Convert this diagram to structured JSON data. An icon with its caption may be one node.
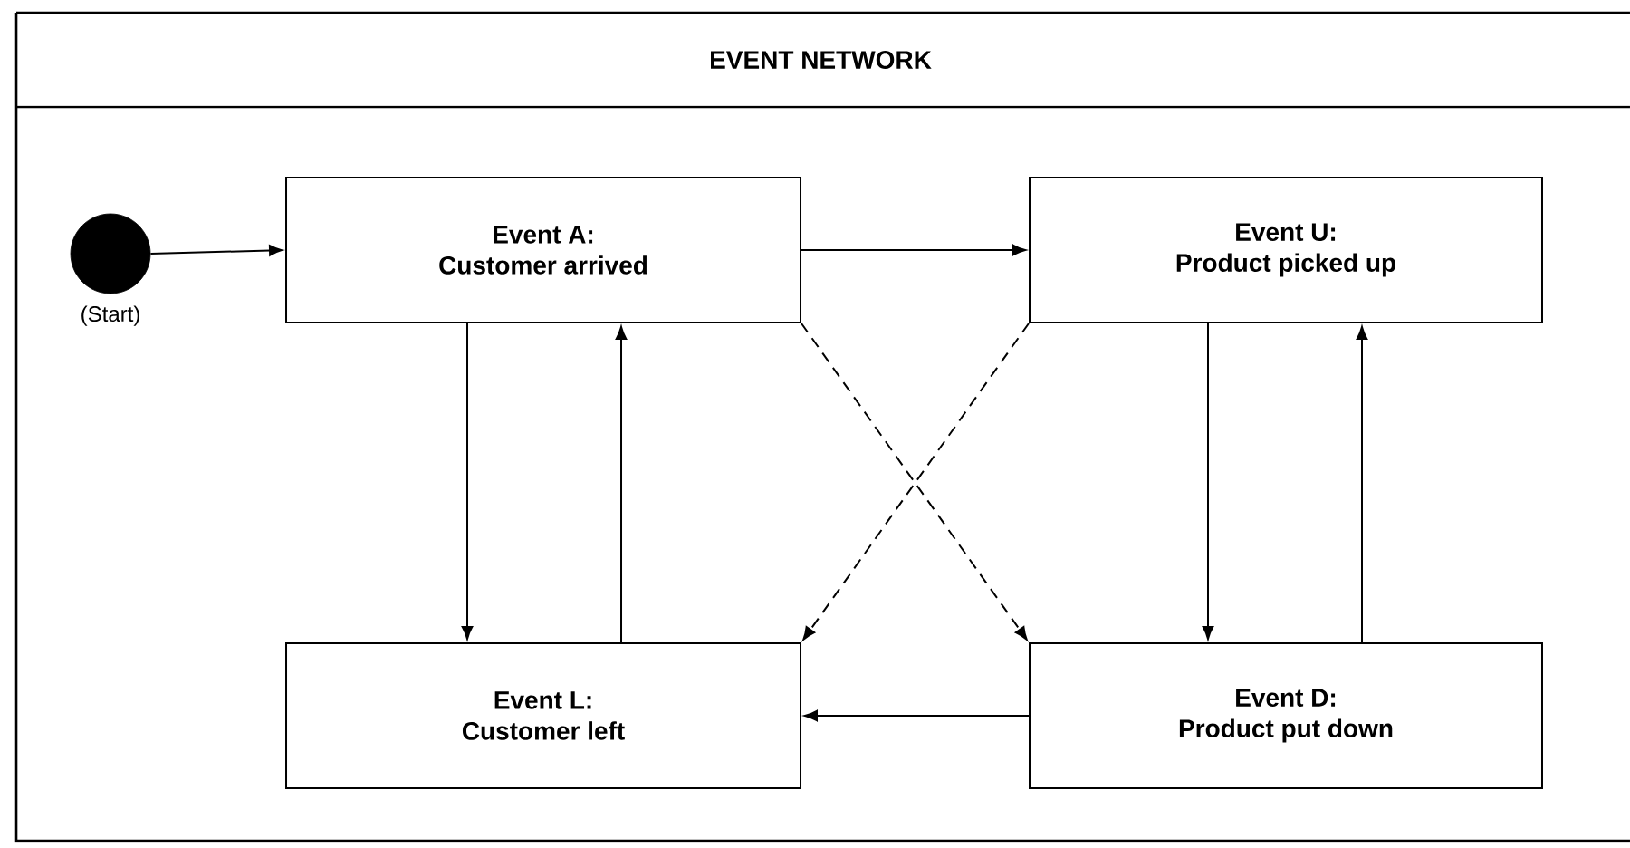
{
  "diagram": {
    "title": "EVENT NETWORK",
    "nodes": [
      {
        "text": [],
        "shape": "circle",
        "beside": [
          "(Start)"
        ]
      },
      {
        "text": [
          "Event A:",
          "Customer arrived"
        ]
      },
      {
        "text": [
          "Event U:",
          "Product picked up"
        ]
      },
      {
        "text": [
          "Event L:",
          "Customer left"
        ]
      },
      {
        "text": [
          "Event D:",
          "Product put down"
        ]
      }
    ],
    "edges": [
      {
        "from": 0,
        "to": 1,
        "arrow": "to"
      },
      {
        "from": 1,
        "to": 2,
        "arrow": "to"
      },
      {
        "from": 1,
        "to": 3,
        "arrow": "to"
      },
      {
        "from": 3,
        "to": 1,
        "arrow": "to"
      },
      {
        "from": 1,
        "to": 4,
        "arrow": "to",
        "style": "dashed"
      },
      {
        "from": 2,
        "to": 3,
        "arrow": "to",
        "style": "dashed"
      },
      {
        "from": 2,
        "to": 4,
        "arrow": "to"
      },
      {
        "from": 4,
        "to": 2,
        "arrow": "to"
      },
      {
        "from": 4,
        "to": 3,
        "arrow": "to"
      }
    ]
  }
}
